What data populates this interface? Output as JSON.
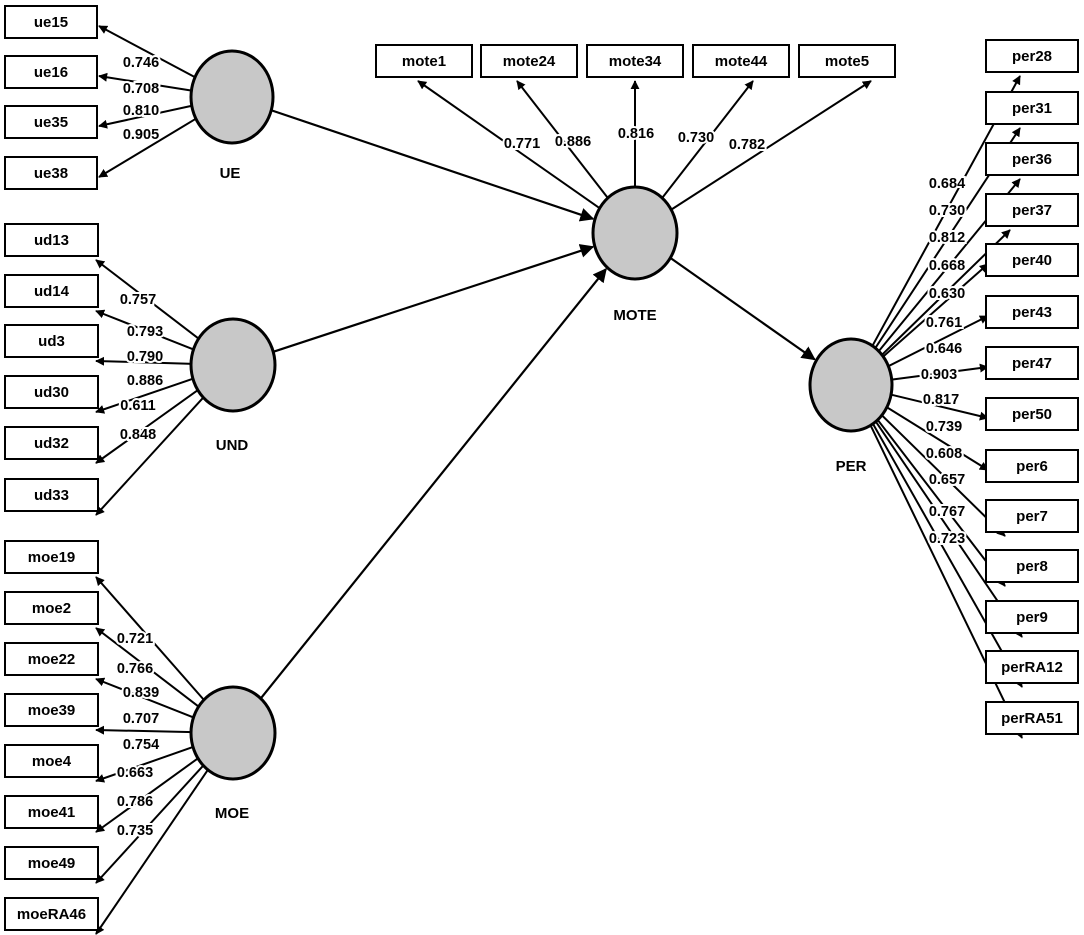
{
  "diagram": {
    "constructs": [
      {
        "id": "UE",
        "label": "UE"
      },
      {
        "id": "UND",
        "label": "UND"
      },
      {
        "id": "MOE",
        "label": "MOE"
      },
      {
        "id": "MOTE",
        "label": "MOTE"
      },
      {
        "id": "PER",
        "label": "PER"
      }
    ],
    "structural_paths": [
      {
        "from": "UE",
        "to": "MOTE"
      },
      {
        "from": "UND",
        "to": "MOTE"
      },
      {
        "from": "MOE",
        "to": "MOTE"
      },
      {
        "from": "MOTE",
        "to": "PER"
      }
    ],
    "measurement": {
      "UE": {
        "indicators": [
          "ue15",
          "ue16",
          "ue35",
          "ue38"
        ],
        "loadings": [
          "0.746",
          "0.708",
          "0.810",
          "0.905"
        ]
      },
      "UND": {
        "indicators": [
          "ud13",
          "ud14",
          "ud3",
          "ud30",
          "ud32",
          "ud33"
        ],
        "loadings": [
          "0.757",
          "0.793",
          "0.790",
          "0.886",
          "0.611",
          "0.848"
        ]
      },
      "MOE": {
        "indicators": [
          "moe19",
          "moe2",
          "moe22",
          "moe39",
          "moe4",
          "moe41",
          "moe49",
          "moeRA46"
        ],
        "loadings": [
          "0.721",
          "0.766",
          "0.839",
          "0.707",
          "0.754",
          "0.663",
          "0.786",
          "0.735"
        ]
      },
      "MOTE": {
        "indicators": [
          "mote1",
          "mote24",
          "mote34",
          "mote44",
          "mote5"
        ],
        "loadings": [
          "0.771",
          "0.886",
          "0.816",
          "0.730",
          "0.782"
        ]
      },
      "PER": {
        "indicators": [
          "per28",
          "per31",
          "per36",
          "per37",
          "per40",
          "per43",
          "per47",
          "per50",
          "per6",
          "per7",
          "per8",
          "per9",
          "perRA12",
          "perRA51"
        ],
        "loadings": [
          "0.684",
          "0.730",
          "0.812",
          "0.668",
          "0.630",
          "0.761",
          "0.646",
          "0.903",
          "0.817",
          "0.739",
          "0.608",
          "0.657",
          "0.767",
          "0.723"
        ]
      }
    }
  }
}
